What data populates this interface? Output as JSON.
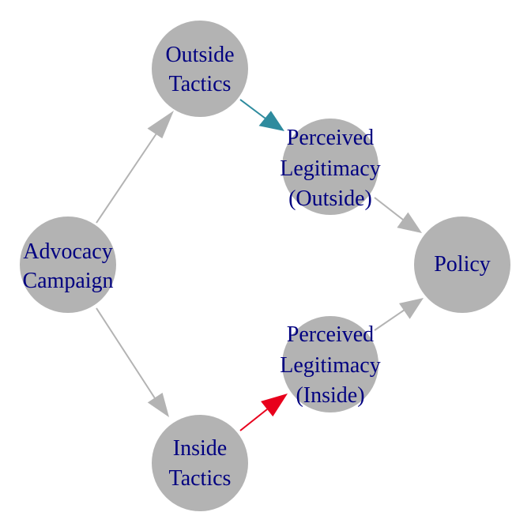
{
  "nodes": {
    "advocacy": {
      "line1": "Advocacy",
      "line2": "Campaign"
    },
    "outside_tactics": {
      "line1": "Outside",
      "line2": "Tactics"
    },
    "inside_tactics": {
      "line1": "Inside",
      "line2": "Tactics"
    },
    "legit_outside": {
      "line1": "Perceived",
      "line2": "Legitimacy",
      "line3": "(Outside)"
    },
    "legit_inside": {
      "line1": "Perceived",
      "line2": "Legitimacy",
      "line3": "(Inside)"
    },
    "policy": {
      "line1": "Policy"
    }
  },
  "edges": [
    {
      "from": "Advocacy Campaign",
      "to": "Outside Tactics",
      "color": "#b3b3b3"
    },
    {
      "from": "Advocacy Campaign",
      "to": "Inside Tactics",
      "color": "#b3b3b3"
    },
    {
      "from": "Outside Tactics",
      "to": "Perceived Legitimacy (Outside)",
      "color": "#2e8b9e"
    },
    {
      "from": "Inside Tactics",
      "to": "Perceived Legitimacy (Inside)",
      "color": "#e8001c"
    },
    {
      "from": "Perceived Legitimacy (Outside)",
      "to": "Policy",
      "color": "#b3b3b3"
    },
    {
      "from": "Perceived Legitimacy (Inside)",
      "to": "Policy",
      "color": "#b3b3b3"
    }
  ],
  "colors": {
    "node_fill": "#b3b3b3",
    "label_text": "#000080",
    "edge_default": "#b3b3b3",
    "edge_outside": "#2e8b9e",
    "edge_inside": "#e8001c"
  }
}
